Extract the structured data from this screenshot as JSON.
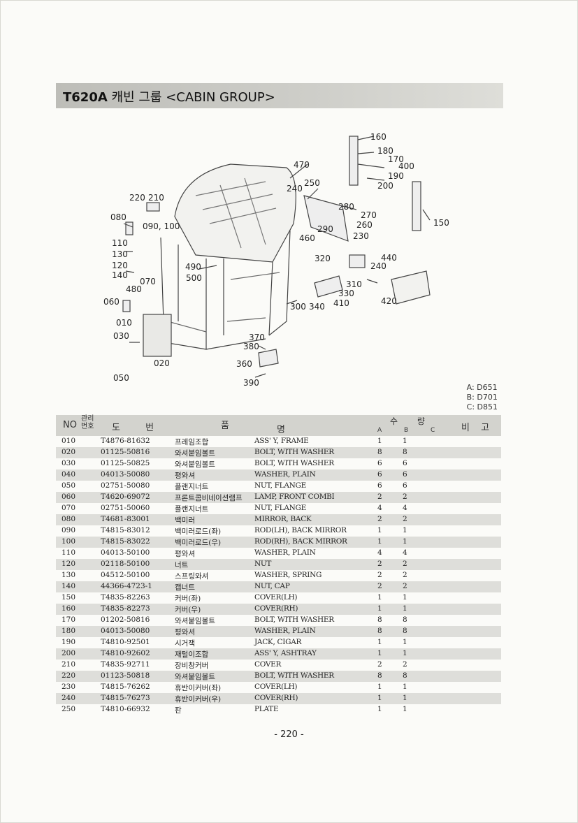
{
  "header": {
    "code": "T620A",
    "title": "캐빈 그룹 <CABIN GROUP>"
  },
  "legend": [
    "A: D651",
    "B: D701",
    "C: D851"
  ],
  "table_header": {
    "no": "NO",
    "ref": "관리\n번호",
    "part_no": "도 번",
    "name_a": "품",
    "name_b": "명",
    "qty": "수 량",
    "a": "A",
    "b": "B",
    "c": "C",
    "remark": "비 고"
  },
  "rows": [
    {
      "no": "010",
      "part": "T4876-81632",
      "kr": "프레임조합",
      "en": "ASS' Y, FRAME",
      "a": "1",
      "b": "1"
    },
    {
      "no": "020",
      "part": "01125-50816",
      "kr": "와셔붙임볼트",
      "en": "BOLT, WITH WASHER",
      "a": "8",
      "b": "8"
    },
    {
      "no": "030",
      "part": "01125-50825",
      "kr": "와셔붙임볼트",
      "en": "BOLT, WITH WASHER",
      "a": "6",
      "b": "6"
    },
    {
      "no": "040",
      "part": "04013-50080",
      "kr": "평와셔",
      "en": "WASHER, PLAIN",
      "a": "6",
      "b": "6"
    },
    {
      "no": "050",
      "part": "02751-50080",
      "kr": "플랜지너트",
      "en": "NUT, FLANGE",
      "a": "6",
      "b": "6"
    },
    {
      "no": "060",
      "part": "T4620-69072",
      "kr": "프론트콤비네이션램프",
      "en": "LAMP, FRONT COMBI",
      "a": "2",
      "b": "2"
    },
    {
      "no": "070",
      "part": "02751-50060",
      "kr": "플랜지너트",
      "en": "NUT, FLANGE",
      "a": "4",
      "b": "4"
    },
    {
      "no": "080",
      "part": "T4681-83001",
      "kr": "백미러",
      "en": "MIRROR, BACK",
      "a": "2",
      "b": "2"
    },
    {
      "no": "090",
      "part": "T4815-83012",
      "kr": "백미러로드(좌)",
      "en": "ROD(LH), BACK MIRROR",
      "a": "1",
      "b": "1"
    },
    {
      "no": "100",
      "part": "T4815-83022",
      "kr": "백미러로드(우)",
      "en": "ROD(RH), BACK MIRROR",
      "a": "1",
      "b": "1"
    },
    {
      "no": "110",
      "part": "04013-50100",
      "kr": "평와셔",
      "en": "WASHER, PLAIN",
      "a": "4",
      "b": "4"
    },
    {
      "no": "120",
      "part": "02118-50100",
      "kr": "너트",
      "en": "NUT",
      "a": "2",
      "b": "2"
    },
    {
      "no": "130",
      "part": "04512-50100",
      "kr": "스프링와셔",
      "en": "WASHER, SPRING",
      "a": "2",
      "b": "2"
    },
    {
      "no": "140",
      "part": "44366-4723-1",
      "kr": "캡너트",
      "en": "NUT, CAP",
      "a": "2",
      "b": "2"
    },
    {
      "no": "150",
      "part": "T4835-82263",
      "kr": "커버(좌)",
      "en": "COVER(LH)",
      "a": "1",
      "b": "1"
    },
    {
      "no": "160",
      "part": "T4835-82273",
      "kr": "커버(우)",
      "en": "COVER(RH)",
      "a": "1",
      "b": "1"
    },
    {
      "no": "170",
      "part": "01202-50816",
      "kr": "와셔붙임볼트",
      "en": "BOLT, WITH WASHER",
      "a": "8",
      "b": "8"
    },
    {
      "no": "180",
      "part": "04013-50080",
      "kr": "평와셔",
      "en": "WASHER, PLAIN",
      "a": "8",
      "b": "8"
    },
    {
      "no": "190",
      "part": "T4810-92501",
      "kr": "시거잭",
      "en": "JACK, CIGAR",
      "a": "1",
      "b": "1"
    },
    {
      "no": "200",
      "part": "T4810-92602",
      "kr": "재털이조합",
      "en": "ASS' Y, ASHTRAY",
      "a": "1",
      "b": "1"
    },
    {
      "no": "210",
      "part": "T4835-92711",
      "kr": "장비창커버",
      "en": "COVER",
      "a": "2",
      "b": "2"
    },
    {
      "no": "220",
      "part": "01123-50818",
      "kr": "와셔붙임볼트",
      "en": "BOLT, WITH WASHER",
      "a": "8",
      "b": "8"
    },
    {
      "no": "230",
      "part": "T4815-76262",
      "kr": "휴반이커버(좌)",
      "en": "COVER(LH)",
      "a": "1",
      "b": "1"
    },
    {
      "no": "240",
      "part": "T4815-76273",
      "kr": "휴반이커버(우)",
      "en": "COVER(RH)",
      "a": "1",
      "b": "1"
    },
    {
      "no": "250",
      "part": "T4810-66932",
      "kr": "판",
      "en": "PLATE",
      "a": "1",
      "b": "1"
    }
  ],
  "callouts": [
    "160",
    "180",
    "170",
    "400",
    "190",
    "200",
    "470",
    "250",
    "240",
    "280",
    "270",
    "150",
    "220",
    "210",
    "080",
    "090, 100",
    "290",
    "260",
    "460",
    "230",
    "110",
    "130",
    "120",
    "140",
    "490",
    "500",
    "320",
    "440",
    "240",
    "070",
    "480",
    "310",
    "330",
    "410",
    "420",
    "060",
    "300",
    "340",
    "010",
    "030",
    "370",
    "380",
    "020",
    "360",
    "050",
    "390"
  ],
  "page_number": "- 220 -"
}
